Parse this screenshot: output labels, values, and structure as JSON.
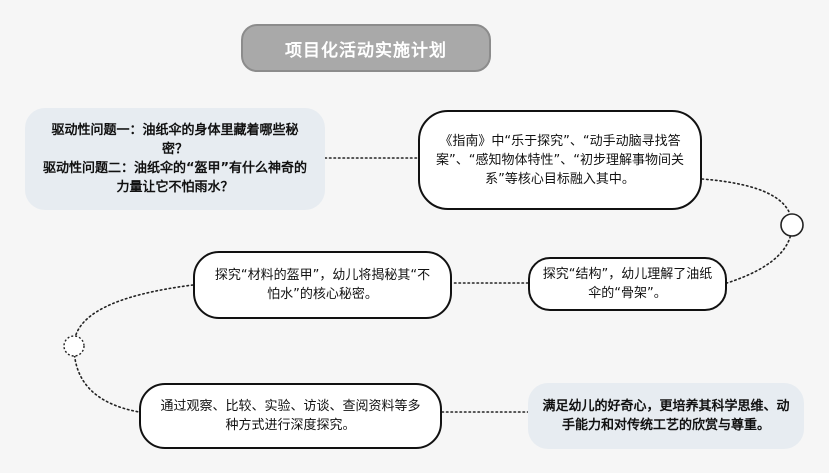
{
  "title": "项目化活动实施计划",
  "driving_questions": {
    "q1": "驱动性问题一：油纸伞的身体里藏着哪些秘密？",
    "q2": "驱动性问题二：油纸伞的“盔甲”有什么神奇的力量让它不怕雨水？"
  },
  "steps": {
    "guide": "《指南》中“乐于探究”、“动手动脑寻找答案”、“感知物体特性”、“初步理解事物间关系”等核心目标融入其中。",
    "structure": "探究“结构”，幼儿理解了油纸伞的“骨架”。",
    "material": "探究“材料的盔甲”，幼儿将揭秘其“不怕水”的核心秘密。",
    "methods": "通过观察、比较、实验、访谈、查阅资料等多种方式进行深度探究。",
    "goal": "满足幼儿的好奇心，更培养其科学思维、动手能力和对传统工艺的欣赏与尊重。"
  },
  "colors": {
    "title_bg": "#a9a9a9",
    "shaded_bg": "#e7ecf1",
    "outline": "#111111"
  }
}
